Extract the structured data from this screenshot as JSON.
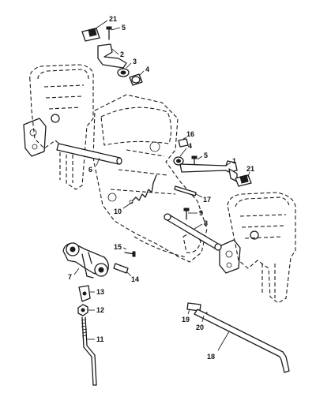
{
  "diagram": {
    "callouts": [
      "21",
      "5",
      "2",
      "3",
      "4",
      "16",
      "4",
      "5",
      "1",
      "21",
      "6",
      "17",
      "10",
      "9",
      "8",
      "15",
      "14",
      "7",
      "13",
      "12",
      "11",
      "19",
      "20",
      "18"
    ]
  },
  "colors": {
    "ink": "#1a1a1a",
    "background": "#ffffff"
  }
}
